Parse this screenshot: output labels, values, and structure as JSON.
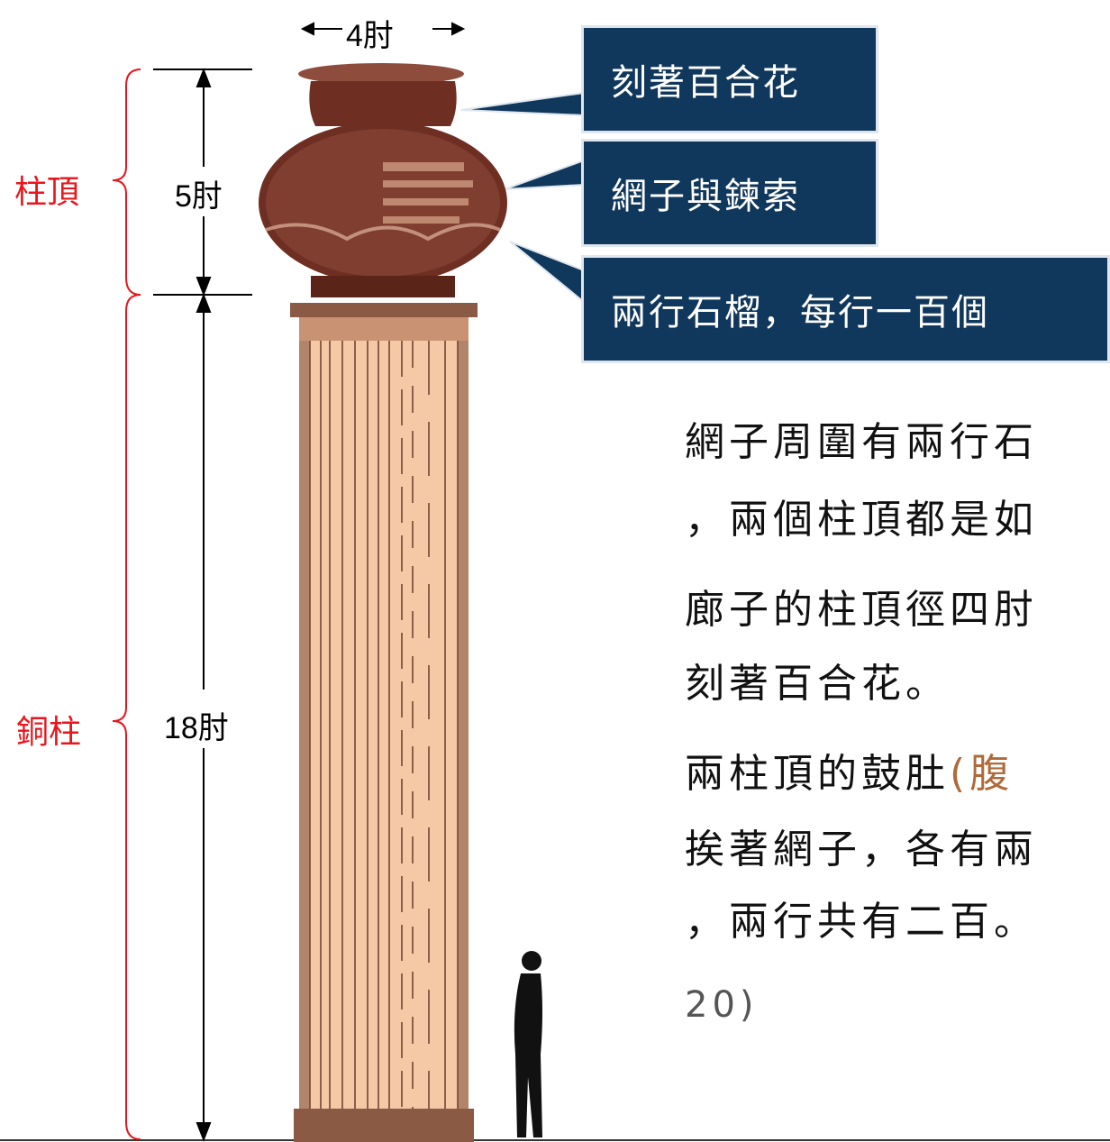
{
  "dimensions": {
    "width_label": "4肘",
    "capital_height_label": "5肘",
    "pillar_height_label": "18肘"
  },
  "side_labels": {
    "capital": "柱頂",
    "pillar": "銅柱"
  },
  "callouts": [
    "刻著百合花",
    "網子與鍊索",
    "兩行石榴，每行一百個"
  ],
  "body_text": {
    "line1": "網子周圍有兩行石",
    "line2": "，兩個柱頂都是如",
    "line3": "廊子的柱頂徑四肘",
    "line4": "刻著百合花。",
    "line5_prefix": "兩柱頂的鼓肚",
    "line5_note": "(腹",
    "line6": "挨著網子，各有兩",
    "line7": "，兩行共有二百。",
    "line8": "20)"
  },
  "colors": {
    "callout_bg": "#10375c",
    "label_red": "#e8161c",
    "column_fill": "#f5c9a6",
    "capital_fill": "#6e2e22",
    "note_brown": "#b06a3a"
  }
}
